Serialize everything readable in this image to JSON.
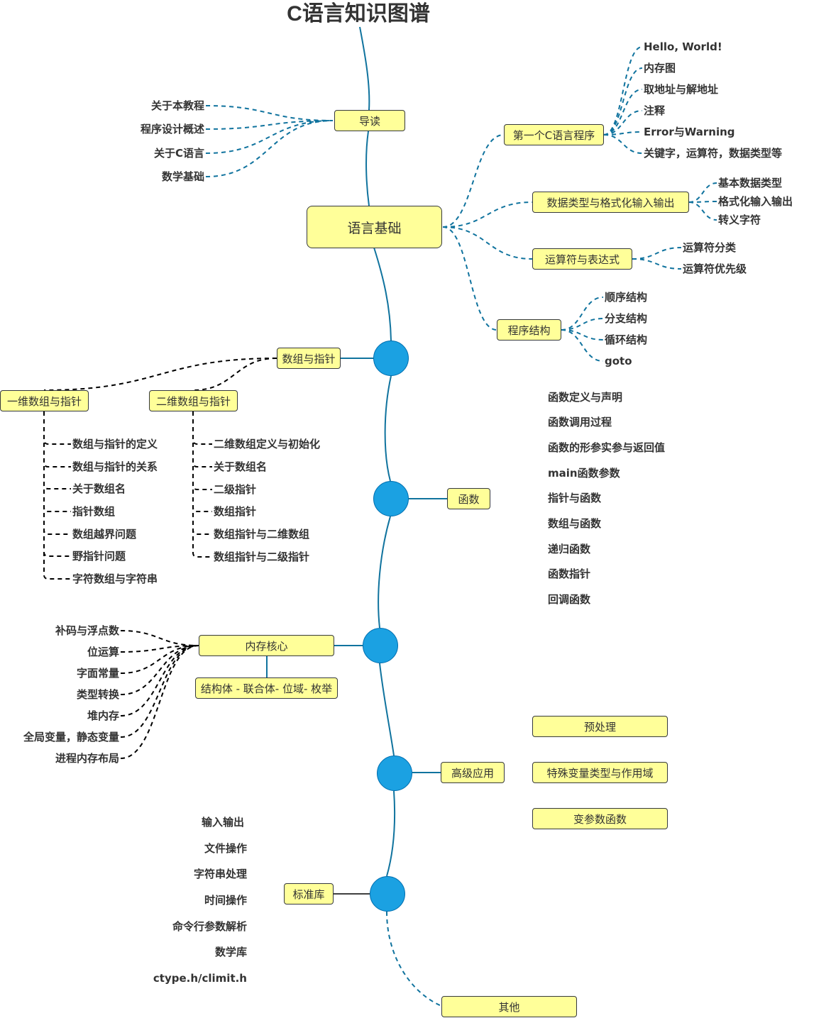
{
  "title": "C语言知识图谱",
  "colors": {
    "node_fill": "#ffff99",
    "node_border": "#36393d",
    "hub_fill": "#1ba1e2",
    "trunk_line": "#10739e",
    "dashed_blue": "#10739e",
    "dashed_black": "#000000",
    "text": "#333333"
  },
  "intro": {
    "label": "导读",
    "children": [
      "关于本教程",
      "程序设计概述",
      "关于C语言",
      "数学基础"
    ]
  },
  "basics": {
    "label": "语言基础",
    "first_program": {
      "label": "第一个C语言程序",
      "children": [
        "Hello, World!",
        "内存图",
        "取地址与解地址",
        "注释",
        "Error与Warning",
        "关键字，运算符，数据类型等"
      ]
    },
    "data_types": {
      "label": "数据类型与格式化输入输出",
      "children": [
        "基本数据类型",
        "格式化输入输出",
        "转义字符"
      ]
    },
    "operators": {
      "label": "运算符与表达式",
      "children": [
        "运算符分类",
        "运算符优先级"
      ]
    },
    "structure": {
      "label": "程序结构",
      "children": [
        "顺序结构",
        "分支结构",
        "循环结构",
        "goto"
      ]
    }
  },
  "arrays_pointers": {
    "label": "数组与指针",
    "one_dim": {
      "label": "一维数组与指针",
      "children": [
        "数组与指针的定义",
        "数组与指针的关系",
        "关于数组名",
        "指针数组",
        "数组越界问题",
        "野指针问题",
        "字符数组与字符串"
      ]
    },
    "two_dim": {
      "label": "二维数组与指针",
      "children": [
        "二维数组定义与初始化",
        "关于数组名",
        "二级指针",
        "数组指针",
        "数组指针与二维数组",
        "数组指针与二级指针"
      ]
    }
  },
  "functions": {
    "label": "函数",
    "children": [
      "函数定义与声明",
      "函数调用过程",
      "函数的形参实参与返回值",
      "main函数参数",
      "指针与函数",
      "数组与函数",
      "递归函数",
      "函数指针",
      "回调函数"
    ]
  },
  "memory": {
    "label": "内存核心",
    "sub": "结构体 - 联合体- 位域- 枚举",
    "children": [
      "补码与浮点数",
      "位运算",
      "字面常量",
      "类型转换",
      "堆内存",
      "全局变量，静态变量",
      "进程内存布局"
    ]
  },
  "advanced": {
    "label": "高级应用",
    "children": [
      "预处理",
      "特殊变量类型与作用域",
      "变参数函数"
    ]
  },
  "stdlib": {
    "label": "标准库",
    "children": [
      "输入输出",
      "文件操作",
      "字符串处理",
      "时间操作",
      "命令行参数解析",
      "数学库",
      "ctype.h/climit.h"
    ]
  },
  "other": {
    "label": "其他"
  }
}
